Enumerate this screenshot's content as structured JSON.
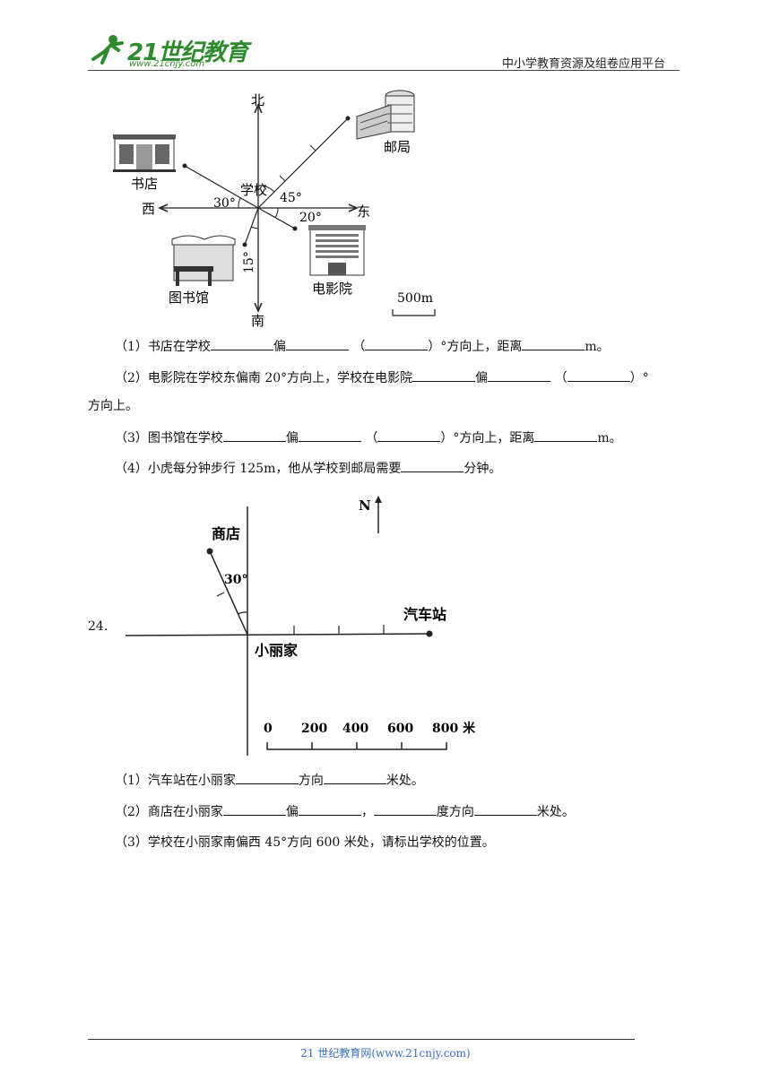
{
  "header": {
    "logo_text": "21世纪教育",
    "logo_url": "www.21cnjy.com",
    "platform": "中小学教育资源及组卷应用平台"
  },
  "diagram1": {
    "north": "北",
    "south": "南",
    "east": "东",
    "west": "西",
    "school": "学校",
    "bookstore": "书店",
    "post_office": "邮局",
    "cinema": "电影院",
    "library": "图书馆",
    "angle_bookstore": "30°",
    "angle_post": "45°",
    "angle_cinema": "20°",
    "angle_library": "15°",
    "scale": "500m"
  },
  "questions1": {
    "q1": {
      "p1": "（1）书店在学校",
      "p2": "偏",
      "p3": "（",
      "p4": "）°方向上，距离",
      "p5": "m。"
    },
    "q2": {
      "p1": "（2）电影院在学校东偏南 20°方向上，学校在电影院",
      "p2": "偏",
      "p3": "（",
      "p4": "）°",
      "p5": "方向上。"
    },
    "q3": {
      "p1": "（3）图书馆在学校",
      "p2": "偏",
      "p3": "（",
      "p4": "）°方向上，距离",
      "p5": "m。"
    },
    "q4": {
      "p1": "（4）小虎每分钟步行 125m，他从学校到邮局需要",
      "p2": "分钟。"
    }
  },
  "problem24": {
    "number": "24.",
    "north": "N",
    "shop": "商店",
    "home": "小丽家",
    "bus_station": "汽车站",
    "angle": "30°",
    "scale_labels": [
      "0",
      "200",
      "400",
      "600",
      "800 米"
    ]
  },
  "questions2": {
    "q1": {
      "p1": "（1）汽车站在小丽家",
      "p2": "方向",
      "p3": "米处。"
    },
    "q2": {
      "p1": "（2）商店在小丽家",
      "p2": "偏",
      "p3": "，",
      "p4": "度方向",
      "p5": "米处。"
    },
    "q3": {
      "p1": "（3）学校在小丽家南偏西 45°方向 600 米处，请标出学校的位置。"
    }
  },
  "footer": {
    "text": "21 世纪教育网(www.21cnjy.com)"
  }
}
